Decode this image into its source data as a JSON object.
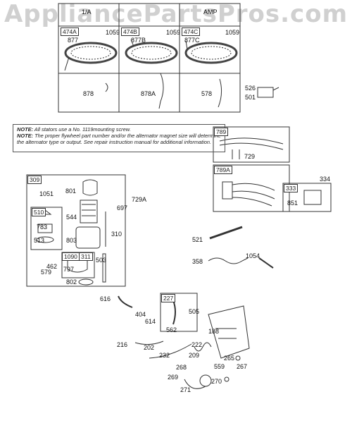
{
  "watermark": "AppliancePartsPros.com",
  "stator_table": {
    "col_headers": [
      "1/A",
      "",
      "AMP"
    ],
    "sub_headers": [
      "474A",
      "474B",
      "474C"
    ],
    "screw_label": "1059",
    "stators": [
      "877",
      "877B",
      "877C"
    ],
    "leads": [
      "878",
      "878A",
      "578"
    ]
  },
  "notes": [
    {
      "prefix": "NOTE:",
      "text": "All stators use a No. 1119mounting screw."
    },
    {
      "prefix": "NOTE:",
      "text": "The proper flywheel part number and/or the alternator magnet size will determine the alternator type or output. See repair instruction manual for additional information."
    }
  ],
  "groups": {
    "g309": "309",
    "g510": "510",
    "g1090": "1090",
    "g311": "311",
    "g789": "789",
    "g789A": "789A",
    "g333": "333",
    "g227": "227"
  },
  "parts": {
    "p526": "526",
    "p501": "501",
    "p729": "729",
    "p334": "334",
    "p851": "851",
    "p1051": "1051",
    "p801": "801",
    "p729A": "729A",
    "p697": "697",
    "p544": "544",
    "p783": "783",
    "p513": "513",
    "p803": "803",
    "p310": "310",
    "p462": "462",
    "p579": "579",
    "p797": "797",
    "p503": "503",
    "p802": "802",
    "p521": "521",
    "p358": "358",
    "p1054": "1054",
    "p616": "616",
    "p404": "404",
    "p614": "614",
    "p505": "505",
    "p562": "562",
    "p188": "188",
    "p216": "216",
    "p202": "202",
    "p232": "232",
    "p222": "222",
    "p209": "209",
    "p265": "265",
    "p559": "559",
    "p267": "267",
    "p268": "268",
    "p269": "269",
    "p270": "270",
    "p271": "271"
  }
}
